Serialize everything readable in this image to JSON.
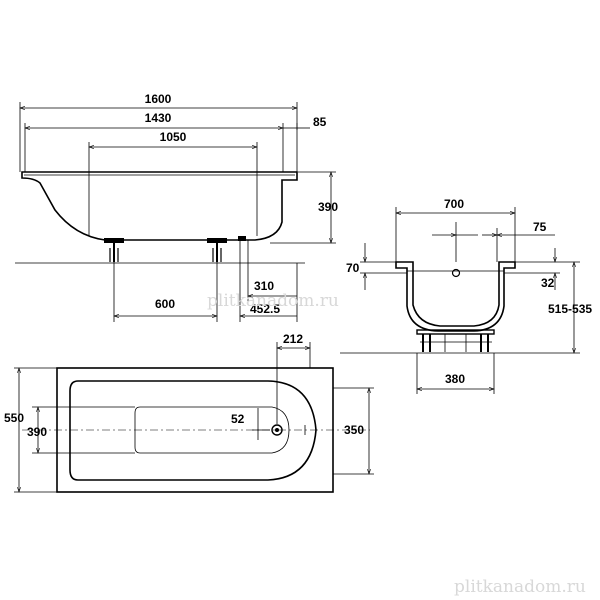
{
  "side_view": {
    "length_1600": "1600",
    "length_1430": "1430",
    "length_1050": "1050",
    "rim_85": "85",
    "depth_390": "390",
    "feet_600": "600",
    "drain_310": "310",
    "drain_452": "452.5"
  },
  "end_view": {
    "width_700": "700",
    "offset_75": "75",
    "rim_70": "70",
    "drain_32": "32",
    "height_515_535": "515-535",
    "feet_380": "380"
  },
  "top_view": {
    "drain_212": "212",
    "drain_52": "52",
    "width_550": "550",
    "inner_390": "390",
    "inner_350": "350"
  },
  "watermark": {
    "center": "plitkanadom.ru",
    "bottom": "plitkanadom.ru"
  }
}
